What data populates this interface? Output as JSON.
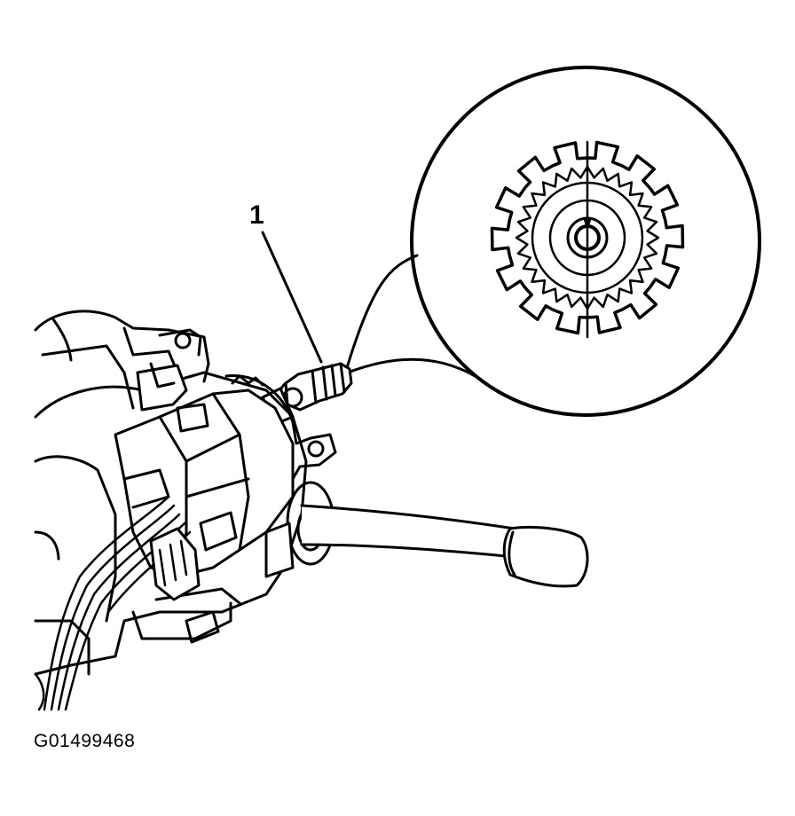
{
  "diagram": {
    "callout": {
      "number": "1"
    },
    "figure_code": "G01499468",
    "line_color": "#000000",
    "background_color": "#ffffff",
    "components": {
      "sensor_icon": "steering-position-sensor",
      "detail_icon": "toothed-reluctor-wheel",
      "column_icon": "steering-column-assembly",
      "lever_icon": "turn-signal-lever",
      "harness_icon": "wiring-harness"
    }
  }
}
